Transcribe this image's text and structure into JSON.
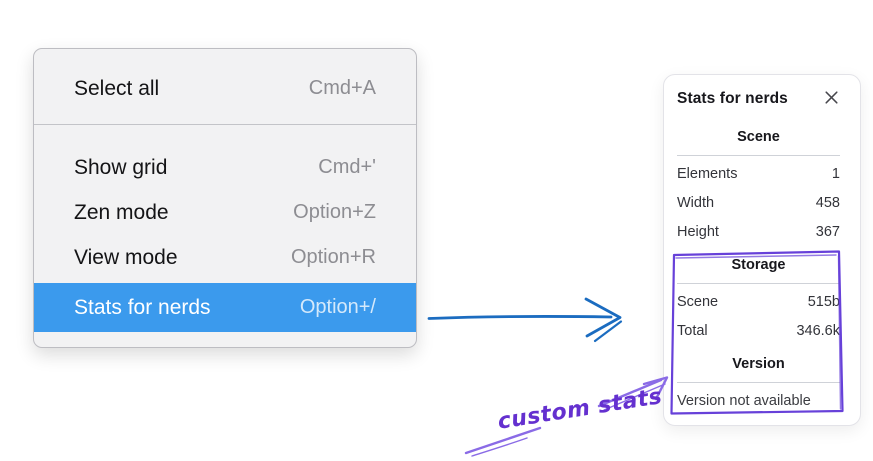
{
  "context_menu": {
    "groups": [
      {
        "items": [
          {
            "label": "Select all",
            "shortcut": "Cmd+A",
            "highlighted": false
          }
        ]
      },
      {
        "items": [
          {
            "label": "Show grid",
            "shortcut": "Cmd+'",
            "highlighted": false
          },
          {
            "label": "Zen mode",
            "shortcut": "Option+Z",
            "highlighted": false
          },
          {
            "label": "View mode",
            "shortcut": "Option+R",
            "highlighted": false
          },
          {
            "label": "Stats for nerds",
            "shortcut": "Option+/",
            "highlighted": true
          }
        ]
      }
    ]
  },
  "stats_panel": {
    "title": "Stats for nerds",
    "sections": [
      {
        "heading": "Scene",
        "rows": [
          {
            "label": "Elements",
            "value": "1"
          },
          {
            "label": "Width",
            "value": "458"
          },
          {
            "label": "Height",
            "value": "367"
          }
        ]
      },
      {
        "heading": "Storage",
        "rows": [
          {
            "label": "Scene",
            "value": "515b"
          },
          {
            "label": "Total",
            "value": "346.6k"
          }
        ]
      },
      {
        "heading": "Version",
        "note": "Version not available"
      }
    ]
  },
  "annotation": {
    "label": "custom stats"
  },
  "colors": {
    "menu_highlight": "#3b9aed",
    "arrow_blue": "#1b6cc0",
    "annotation_purple": "#6430cf",
    "sketch_purple": "#6741d9",
    "arrow_light_purple": "#8a6be6"
  }
}
